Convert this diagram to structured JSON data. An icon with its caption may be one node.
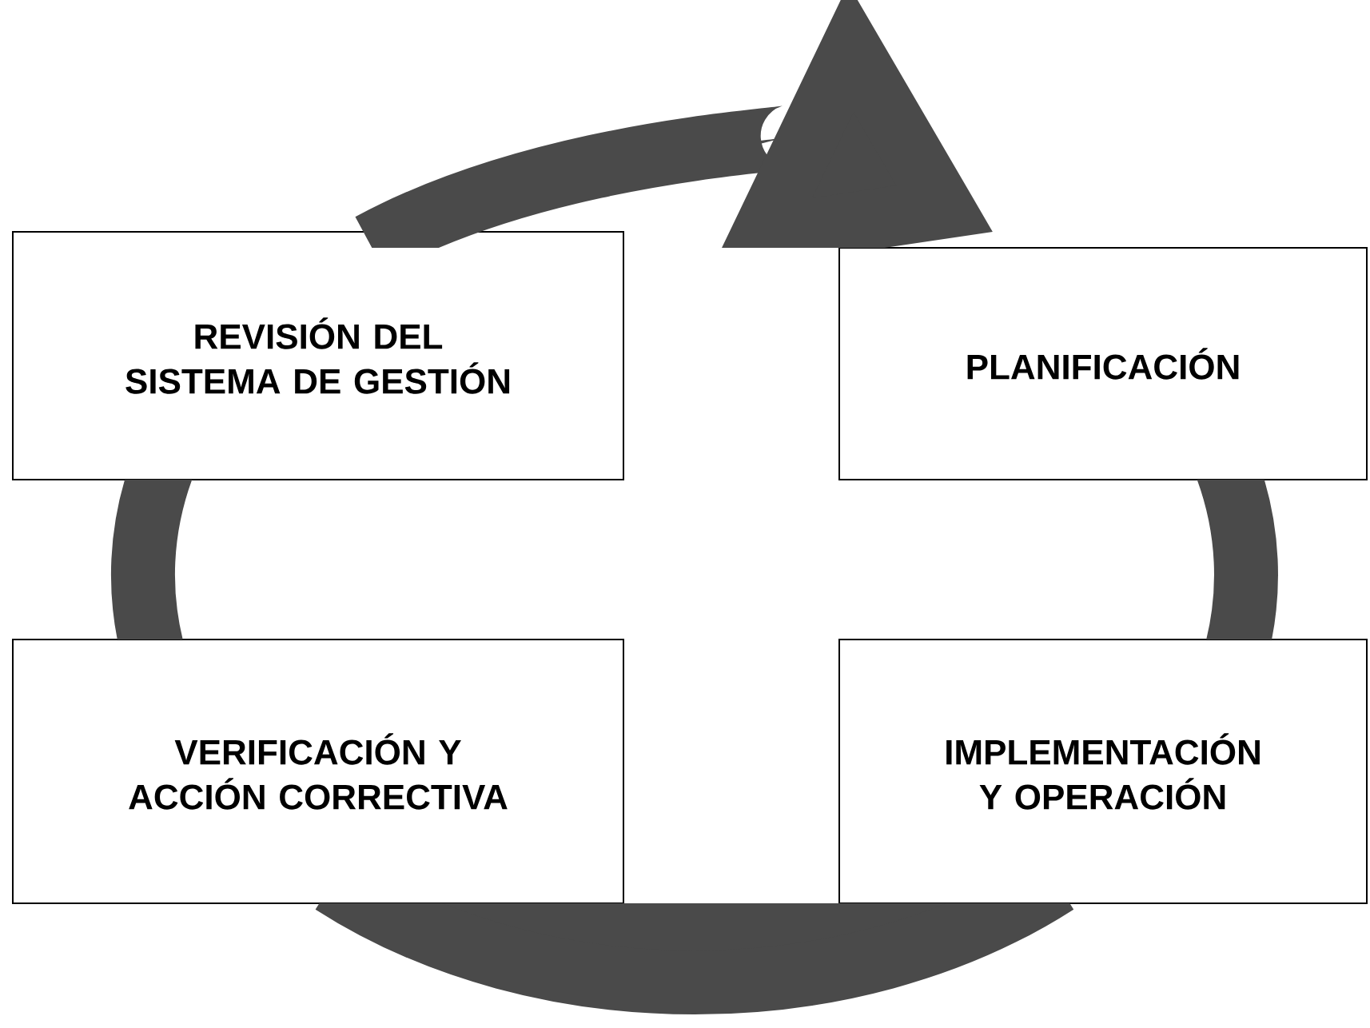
{
  "diagram": {
    "nodes": [
      {
        "text": [
          "REVISIÓN DEL SISTEMA DE GESTIÓN"
        ]
      },
      {
        "text": [
          "PLANIFICACIÓN"
        ]
      },
      {
        "text": [
          "VERIFICACIÓN Y ACCIÓN CORRECTIVA"
        ]
      },
      {
        "text": [
          "IMPLEMENTACIÓN Y OPERACIÓN"
        ]
      }
    ],
    "edges": [
      {
        "from": 0,
        "to": 1,
        "arrow": "to"
      },
      {
        "from": 1,
        "to": 3,
        "arrow": "none"
      },
      {
        "from": 3,
        "to": 2,
        "arrow": "none"
      },
      {
        "from": 2,
        "to": 0,
        "arrow": "none"
      }
    ]
  }
}
